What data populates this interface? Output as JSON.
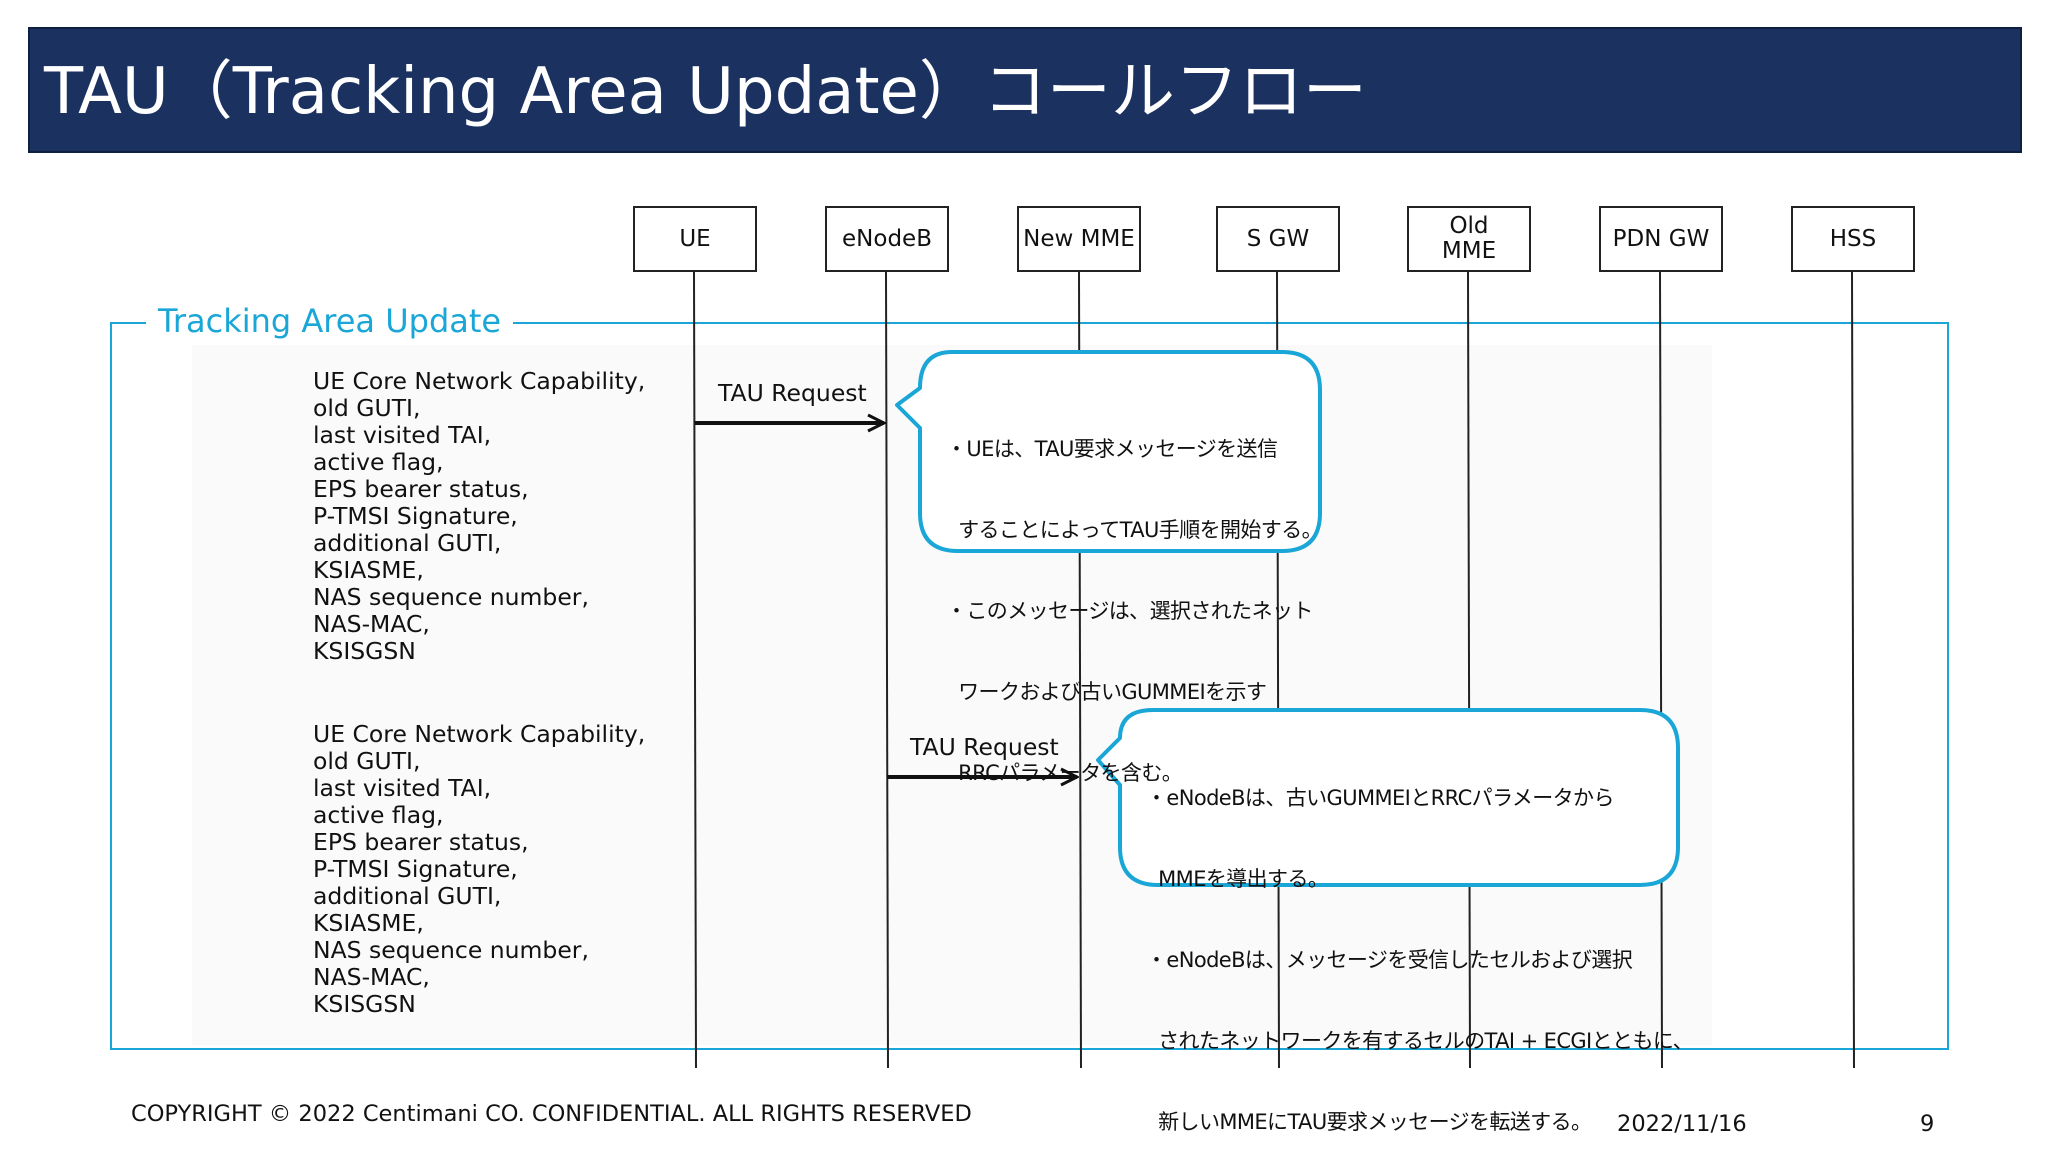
{
  "title": "TAU（Tracking Area Update）コールフロー",
  "entities": [
    {
      "id": "ue",
      "label": "UE"
    },
    {
      "id": "enodeb",
      "label": "eNodeB"
    },
    {
      "id": "new-mme",
      "label": "New MME"
    },
    {
      "id": "sgw",
      "label": "S GW"
    },
    {
      "id": "old-mme",
      "label": "Old\nMME"
    },
    {
      "id": "pdn-gw",
      "label": "PDN GW"
    },
    {
      "id": "hss",
      "label": "HSS"
    }
  ],
  "group": {
    "label": "Tracking Area Update",
    "color": "#1aa6d6"
  },
  "messages": [
    {
      "label": "TAU Request",
      "from": "UE",
      "to": "eNodeB",
      "parameters": [
        "UE Core Network Capability,",
        "old GUTI,",
        "last visited TAI,",
        "active flag,",
        "EPS bearer status,",
        "P-TMSI Signature,",
        "additional GUTI,",
        "KSIASME,",
        "NAS sequence number,",
        "NAS-MAC,",
        "KSISGSN"
      ],
      "callout": [
        "・UEは、TAU要求メッセージを送信",
        "  することによってTAU手順を開始する。",
        "・このメッセージは、選択されたネット",
        "  ワークおよび古いGUMMEIを示す",
        "  RRCパラメータを含む。"
      ]
    },
    {
      "label": "TAU Request",
      "from": "eNodeB",
      "to": "New MME",
      "parameters": [
        "UE Core Network Capability,",
        "old GUTI,",
        "last visited TAI,",
        "active flag,",
        "EPS bearer status,",
        "P-TMSI Signature,",
        "additional GUTI,",
        "KSIASME,",
        "NAS sequence number,",
        "NAS-MAC,",
        "KSISGSN"
      ],
      "callout": [
        "・eNodeBは、古いGUMMEIとRRCパラメータから",
        "  MMEを導出する。",
        "・eNodeBは、メッセージを受信したセルおよび選択",
        "  されたネットワークを有するセルのTAI + ECGIとともに、",
        "  新しいMMEにTAU要求メッセージを転送する。"
      ]
    }
  ],
  "footer": {
    "copyright": "COPYRIGHT © 2022 Centimani CO. CONFIDENTIAL. ALL RIGHTS RESERVED",
    "date": "2022/11/16",
    "page": "9"
  },
  "colors": {
    "title_bar": "#1b3160",
    "accent": "#1aa6d6"
  }
}
